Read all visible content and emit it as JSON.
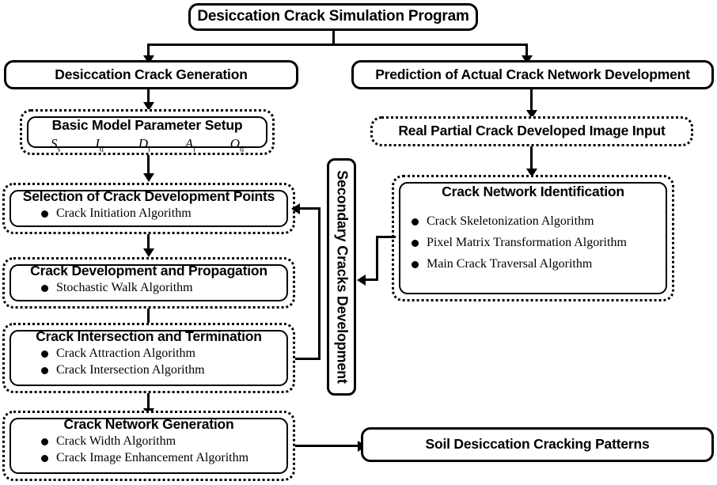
{
  "diagram": {
    "title": "Desiccation Crack Simulation Program flowchart",
    "root": {
      "label": "Desiccation Crack Simulation Program"
    },
    "branches": {
      "left": {
        "label": "Desiccation Crack Generation"
      },
      "right": {
        "label": "Prediction of Actual Crack Network Development"
      }
    },
    "left_column": [
      {
        "label": "Basic Model Parameter Setup",
        "style": "dotted-with-inner-solid",
        "parameters": [
          {
            "symbol": "S",
            "subscript": "s"
          },
          {
            "symbol": "I",
            "subscript": "d"
          },
          {
            "symbol": "D",
            "subscript": "i"
          },
          {
            "symbol": "A",
            "subscript": "i"
          },
          {
            "symbol": "O",
            "subscript": "d"
          }
        ],
        "items": []
      },
      {
        "label": "Selection of Crack Development Points",
        "style": "dotted-with-inner-solid",
        "items": [
          "Crack Initiation Algorithm"
        ]
      },
      {
        "label": "Crack Development and Propagation",
        "style": "dotted-with-inner-solid",
        "items": [
          "Stochastic Walk Algorithm"
        ]
      },
      {
        "label": "Crack Intersection and Termination",
        "style": "dotted-with-inner-solid",
        "items": [
          "Crack Attraction Algorithm",
          "Crack Intersection Algorithm"
        ]
      },
      {
        "label": "Crack Network Generation",
        "style": "dotted-with-inner-solid",
        "items": [
          "Crack Width Algorithm",
          "Crack Image Enhancement Algorithm"
        ]
      }
    ],
    "right_column": [
      {
        "label": "Real Partial Crack Developed Image Input",
        "style": "dotted",
        "items": []
      },
      {
        "label": "Crack Network Identification",
        "style": "dotted-with-inner-solid",
        "items": [
          "Crack Skeletonization Algorithm",
          "Pixel Matrix Transformation Algorithm",
          "Main Crack Traversal Algorithm"
        ]
      }
    ],
    "feedback_channel": {
      "label": "Secondary Cracks Development"
    },
    "output": {
      "label": "Soil Desiccation Cracking Patterns"
    },
    "colors": {
      "stroke": "#000000",
      "background": "#ffffff"
    }
  }
}
